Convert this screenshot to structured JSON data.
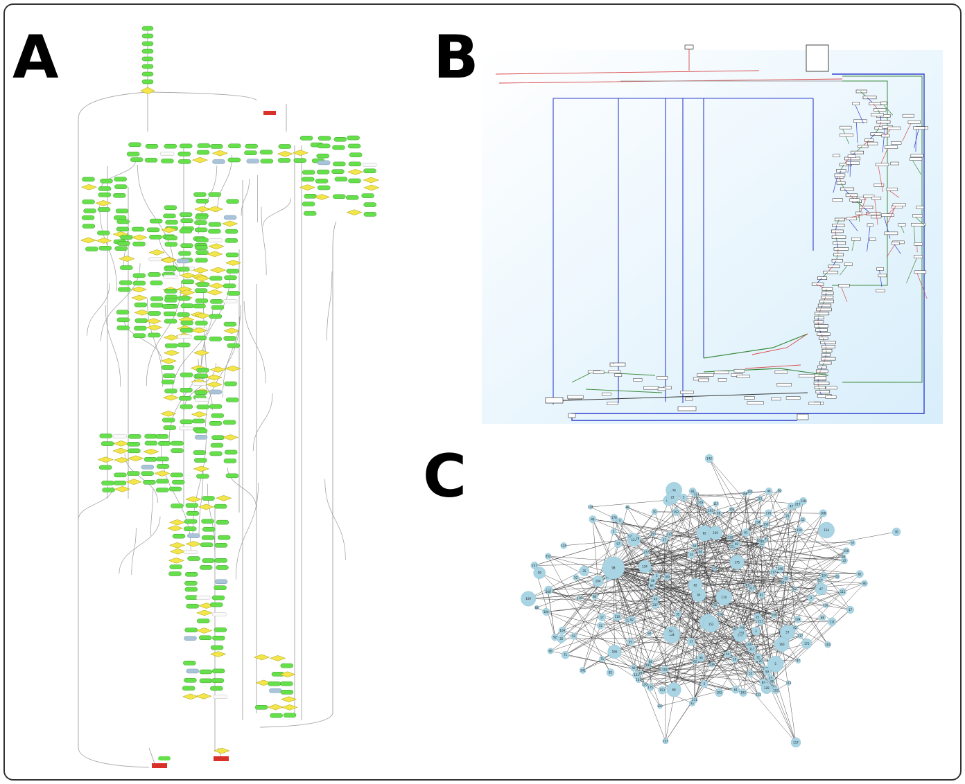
{
  "panels": {
    "a": {
      "label": "A",
      "description": ""
    },
    "b": {
      "label": "B",
      "description": ""
    },
    "c": {
      "label": "C",
      "description": ""
    }
  },
  "colors": {
    "green_node": "#66e04a",
    "yellow_decision": "#f2e64a",
    "red_terminal": "#d9302a",
    "blue_node": "#a9c4d8",
    "edge_gray": "#9a9a9a",
    "b_background": "#eaf6fd",
    "b_blue": "#2f3fd0",
    "b_red": "#d94a4a",
    "b_green": "#3a8a3a",
    "c_node": "#a8d4e3",
    "c_edge": "#333333"
  },
  "graph_c_labels": [
    "98",
    "134",
    "82",
    "117",
    "213",
    "128",
    "153",
    "217",
    "166",
    "141",
    "52",
    "57",
    "55",
    "59",
    "111",
    "109",
    "175",
    "35",
    "92",
    "193",
    "160",
    "40",
    "61",
    "47",
    "62",
    "12",
    "22",
    "139",
    "170",
    "124",
    "152",
    "25",
    "71",
    "3",
    "20",
    "17",
    "110",
    "44",
    "84",
    "5",
    "90",
    "68",
    "150",
    "237",
    "193",
    "104",
    "143",
    "30"
  ]
}
